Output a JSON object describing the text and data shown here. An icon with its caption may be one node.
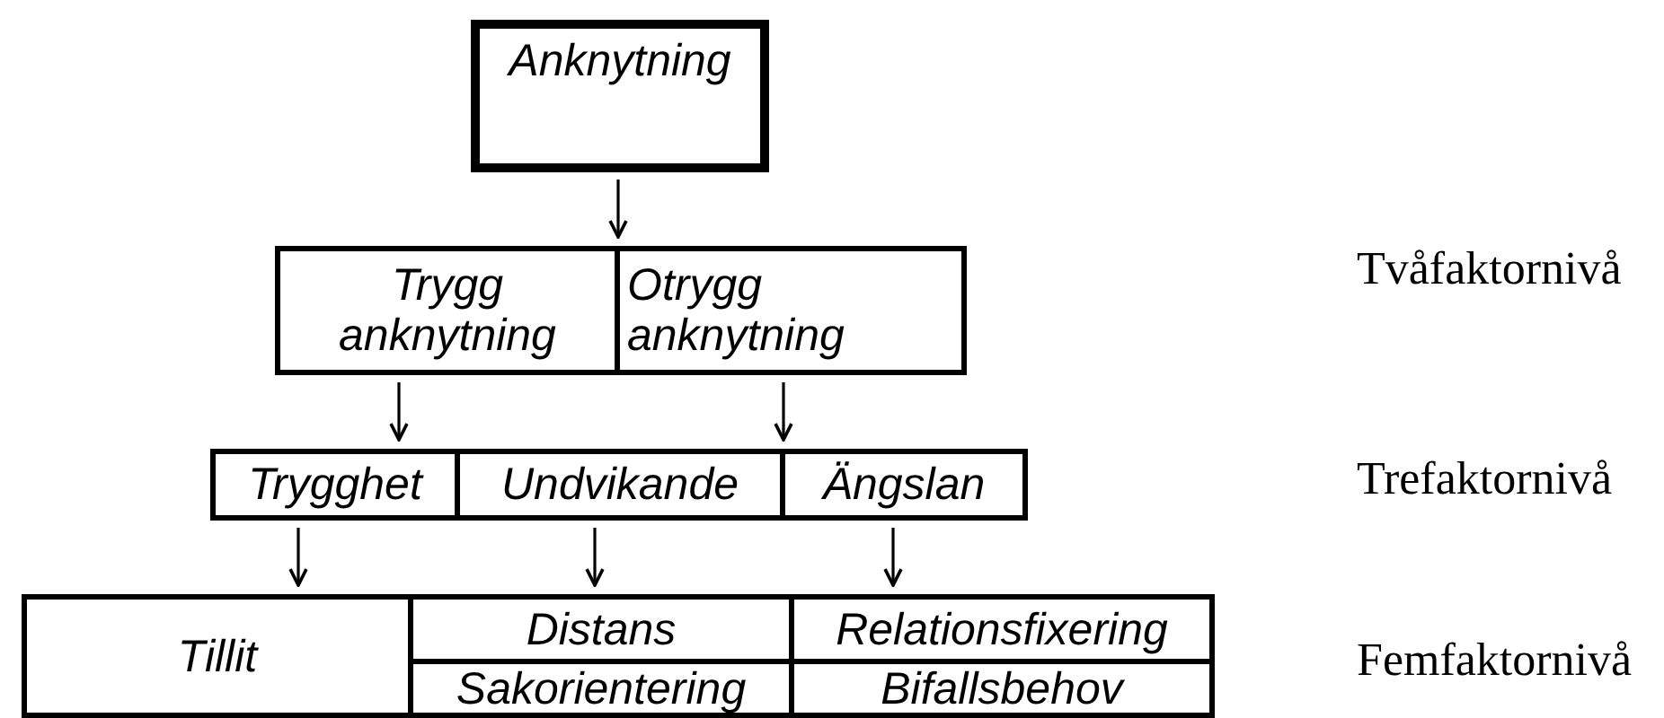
{
  "diagram": {
    "nodes": [
      {
        "text": [
          "Anknytning"
        ]
      },
      {
        "text": [
          "Trygg anknytning"
        ]
      },
      {
        "text": [
          "Otrygg anknytning"
        ]
      },
      {
        "text": [
          "Trygghet"
        ]
      },
      {
        "text": [
          "Undvikande"
        ]
      },
      {
        "text": [
          "Ängslan"
        ]
      },
      {
        "text": [
          "Tillit"
        ]
      },
      {
        "text": [
          "Distans"
        ]
      },
      {
        "text": [
          "Relationsfixering"
        ]
      },
      {
        "text": [
          "Sakorientering"
        ]
      },
      {
        "text": [
          "Bifallsbehov"
        ]
      }
    ],
    "edges": [
      {
        "from": 0,
        "to": 1,
        "arrow": "to"
      },
      {
        "from": 0,
        "to": 2,
        "arrow": "to"
      },
      {
        "from": 1,
        "to": 3,
        "arrow": "to"
      },
      {
        "from": 2,
        "to": 4,
        "arrow": "to"
      },
      {
        "from": 2,
        "to": 5,
        "arrow": "to"
      },
      {
        "from": 3,
        "to": 6,
        "arrow": "to"
      },
      {
        "from": 4,
        "to": 7,
        "arrow": "to"
      },
      {
        "from": 5,
        "to": 8,
        "arrow": "to"
      }
    ],
    "labels": [
      "Tvåfaktornivå",
      "Trefaktornivå",
      "Femfaktornivå"
    ]
  }
}
